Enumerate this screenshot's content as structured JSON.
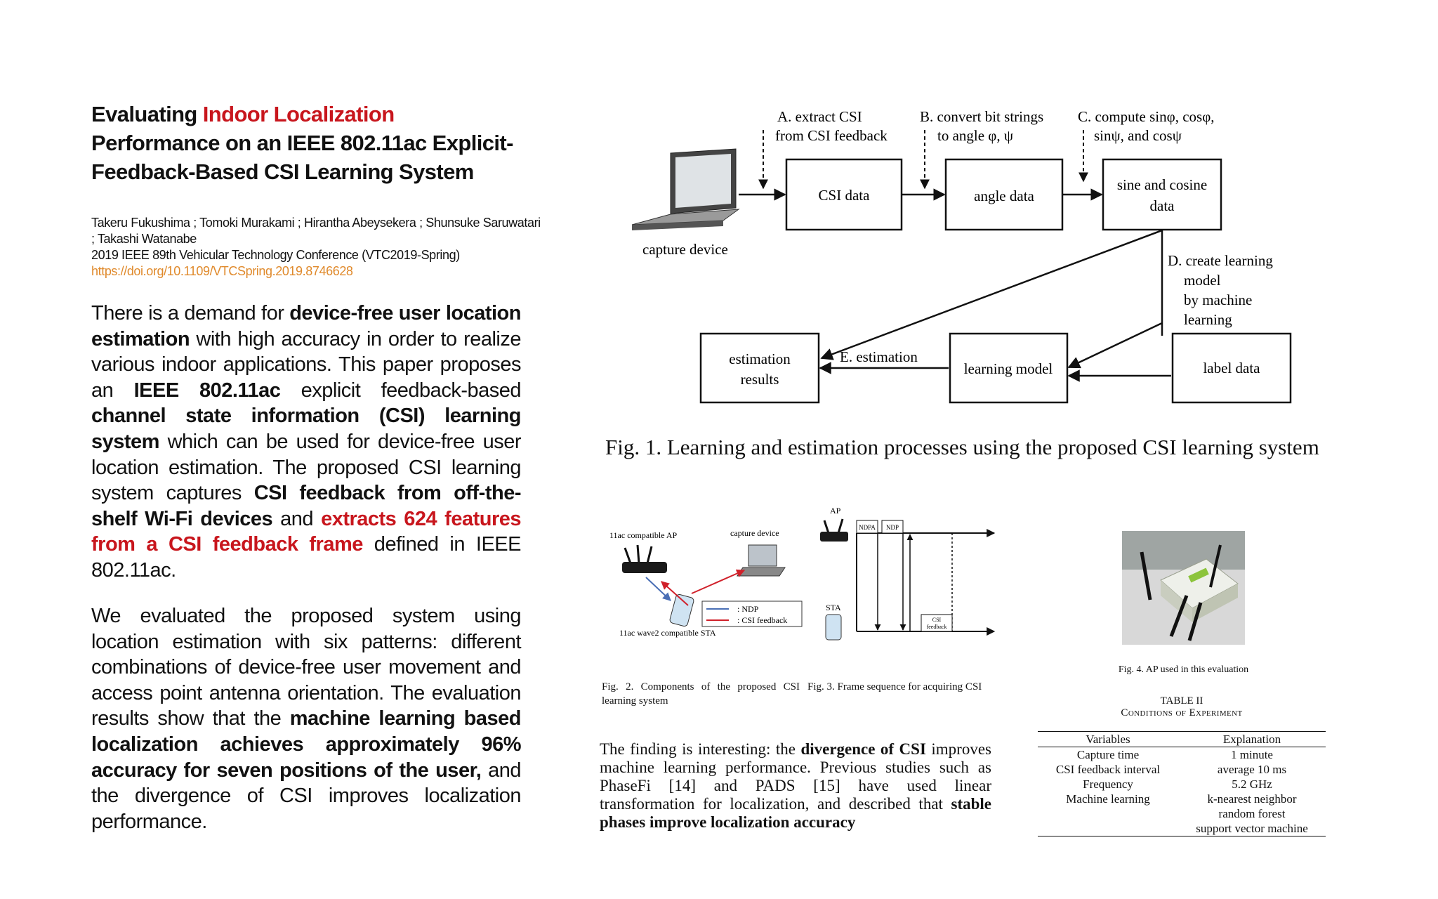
{
  "paper": {
    "title_part1": "Evaluating ",
    "title_highlight": "Indoor Localization",
    "title_part2": "Performance on an IEEE 802.11ac Explicit-Feedback-Based CSI Learning System",
    "authors": "Takeru Fukushima ; Tomoki Murakami ; Hirantha Abeysekera ; Shunsuke Saruwatari ; Takashi Watanabe",
    "venue": "2019 IEEE 89th Vehicular Technology Conference (VTC2019-Spring)",
    "doi": "https://doi.org/10.1109/VTCSpring.2019.8746628"
  },
  "abstract1": {
    "s1": "There is a demand for ",
    "b1": "device-free user location estimation",
    "s2": " with high accuracy in order to realize various indoor applications. This paper proposes an ",
    "b2": "IEEE 802.11ac",
    "s3": " explicit feedback-based ",
    "b3": "channel state information (CSI) learning system",
    "s4": " which can be used for device-free user location estimation. The proposed CSI learning system captures ",
    "b4": "CSI feedback from off-the-shelf Wi-Fi devices",
    "s5": " and ",
    "r1": "extracts 624 features from a CSI feedback frame",
    "s6": " defined in IEEE 802.11ac."
  },
  "abstract2": {
    "s1": "We evaluated the proposed system using location estimation with six patterns: different combinations of device-free user movement and access point antenna orientation. The evaluation results show that the ",
    "b1": "machine learning based localization achieves approximately 96% accuracy for seven positions of the user,",
    "s2": " and the divergence of CSI improves localization performance."
  },
  "fig1": {
    "step_a": [
      "A. extract CSI",
      "from CSI feedback"
    ],
    "step_b": [
      "B. convert bit strings",
      "to angle φ, ψ"
    ],
    "step_c": [
      "C. compute sinφ, cosφ,",
      "sinψ, and cosψ"
    ],
    "step_d": [
      "D. create learning",
      "model",
      "by machine",
      "learning"
    ],
    "step_e": "E. estimation",
    "capture_device": "capture device",
    "csi_data": "CSI data",
    "angle_data": "angle data",
    "sine_cosine": [
      "sine and cosine",
      "data"
    ],
    "estimation_results": [
      "estimation",
      "results"
    ],
    "learning_model": "learning model",
    "label_data": "label data",
    "caption": "Fig. 1.   Learning and estimation processes using the proposed CSI learning system"
  },
  "fig2": {
    "ap_label": "11ac compatible AP",
    "capture_label": "capture device",
    "legend_ndp": ": NDP",
    "legend_csi": ": CSI feedback",
    "sta_label": "11ac wave2 compatible STA",
    "caption": "Fig. 2.   Components of the proposed CSI learning system"
  },
  "fig3": {
    "ap": "AP",
    "ndpa": "NDPA",
    "ndp": "NDP",
    "sta": "STA",
    "csi_feedback": [
      "CSI",
      "feedback"
    ],
    "caption": "Fig. 3.   Frame sequence for acquiring CSI"
  },
  "fig4": {
    "caption": "Fig. 4.   AP used in this evaluation"
  },
  "table2": {
    "label": "TABLE II",
    "title": "Conditions of Experiment",
    "headers": [
      "Variables",
      "Explanation"
    ],
    "rows": [
      [
        "Capture time",
        "1 minute"
      ],
      [
        "CSI feedback interval",
        "average 10 ms"
      ],
      [
        "Frequency",
        "5.2 GHz"
      ],
      [
        "Machine learning",
        "k-nearest neighbor"
      ],
      [
        "",
        "random forest"
      ],
      [
        "",
        "support vector machine"
      ]
    ]
  },
  "finding": {
    "s1": "The finding is interesting: the ",
    "b1": "divergence of CSI",
    "s2": " improves machine learning performance. Previous studies such as PhaseFi [14] and PADS [15] have used linear transformation for localization, and described that ",
    "b2": "stable phases improve localization accuracy"
  },
  "colors": {
    "accent_red": "#c8161d",
    "doi_orange": "#e08a2c",
    "ndp_blue": "#4a6fb5",
    "csi_red": "#d0202a"
  }
}
